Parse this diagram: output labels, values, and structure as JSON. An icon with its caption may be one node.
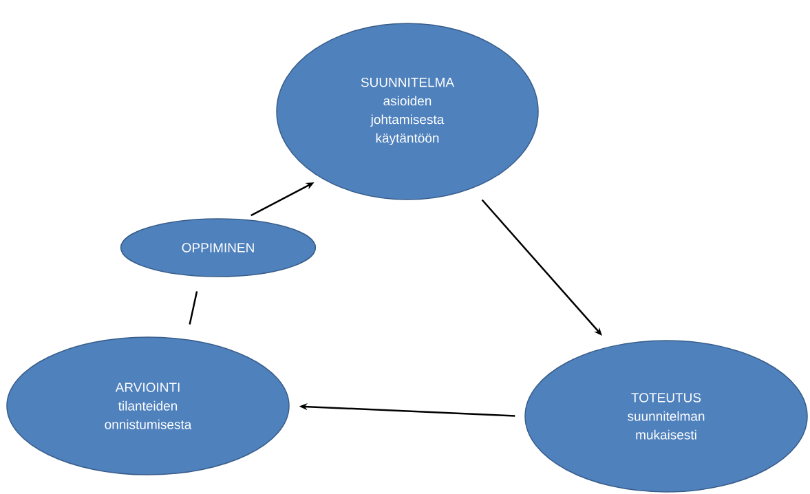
{
  "diagram": {
    "nodes": [
      {
        "text": [
          "SUUNNITELMA",
          "asioiden johtamisesta käytäntöön"
        ]
      },
      {
        "text": [
          "TOTEUTUS",
          "suunnitelman mukaisesti"
        ]
      },
      {
        "text": [
          "ARVIOINTI",
          "tilanteiden onnistumisesta"
        ]
      },
      {
        "text": [
          "OPPIMINEN"
        ]
      }
    ],
    "edges": [
      {
        "from": 0,
        "to": 1,
        "arrow": "to"
      },
      {
        "from": 1,
        "to": 2,
        "arrow": "to"
      },
      {
        "from": 2,
        "to": 3,
        "arrow": "none"
      },
      {
        "from": 3,
        "to": 0,
        "arrow": "to"
      }
    ]
  }
}
